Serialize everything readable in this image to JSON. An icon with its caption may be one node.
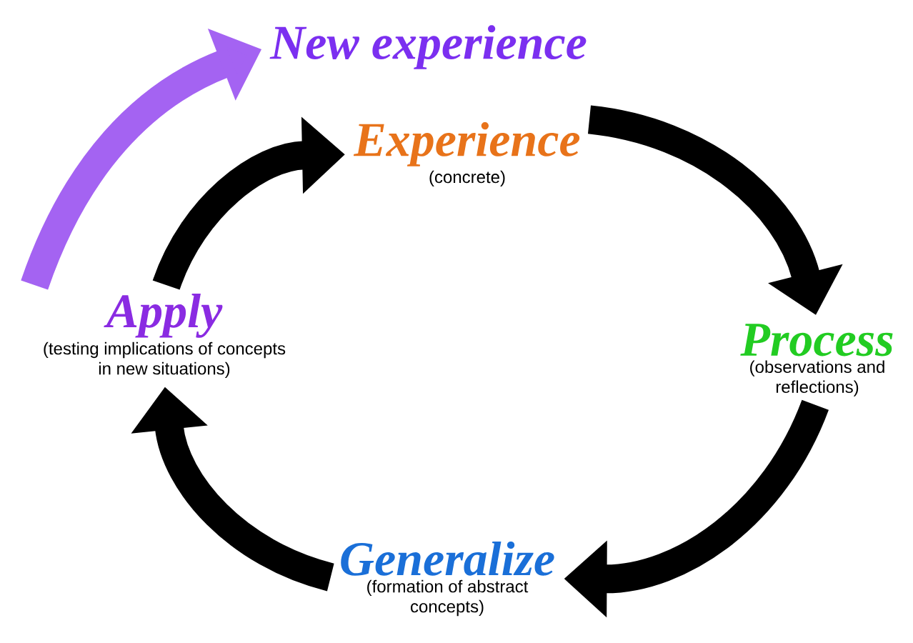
{
  "diagram": {
    "nodes": [
      {
        "text": [
          "New experience"
        ]
      },
      {
        "text": [
          "Experience",
          "(concrete)"
        ]
      },
      {
        "text": [
          "Process",
          "(observations and reflections)"
        ]
      },
      {
        "text": [
          "Generalize",
          "(formation of abstract concepts)"
        ]
      },
      {
        "text": [
          "Apply",
          "(testing implications of concepts in new situations)"
        ]
      }
    ],
    "edges": [
      {
        "from": 1,
        "to": 2,
        "arrow": "to"
      },
      {
        "from": 2,
        "to": 3,
        "arrow": "to"
      },
      {
        "from": 3,
        "to": 4,
        "arrow": "to"
      },
      {
        "from": 4,
        "to": 1,
        "arrow": "to"
      },
      {
        "from": 4,
        "to": 0,
        "arrow": "to",
        "color": "#a463f2"
      }
    ]
  }
}
